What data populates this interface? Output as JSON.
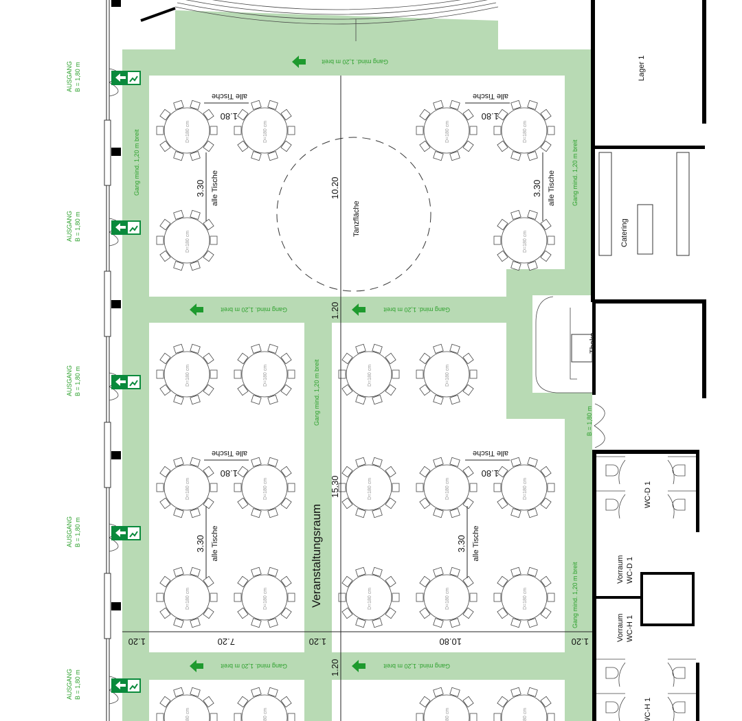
{
  "colors": {
    "aisle": "#b8dab4",
    "sign": "#0a8a3c",
    "text_green": "#2ca02c"
  },
  "exit": {
    "title": "AUSGANG",
    "width": "B = 1,80 m"
  },
  "side_exit": {
    "width": "B = 1,80 m"
  },
  "aisle_label": "Gang mind. 1,20 m breit",
  "table_label": "D=180 cm",
  "dims": {
    "table_gap": "1.80",
    "row_gap": "3.30",
    "all_tables": "alle Tische",
    "dance_height": "10.20",
    "hall_height": "15.30",
    "aisle": "1.20",
    "left_width": "7.20",
    "right_width": "10.80"
  },
  "rooms": {
    "dance": "Tanzfläche",
    "hall": "Veranstaltungsraum",
    "storage": "Lager 1",
    "catering": "Catering",
    "bar": "Theke",
    "wc_d": "WC-D 1",
    "anteroom": "Vorraum",
    "wc_h": "WC-H 1"
  }
}
